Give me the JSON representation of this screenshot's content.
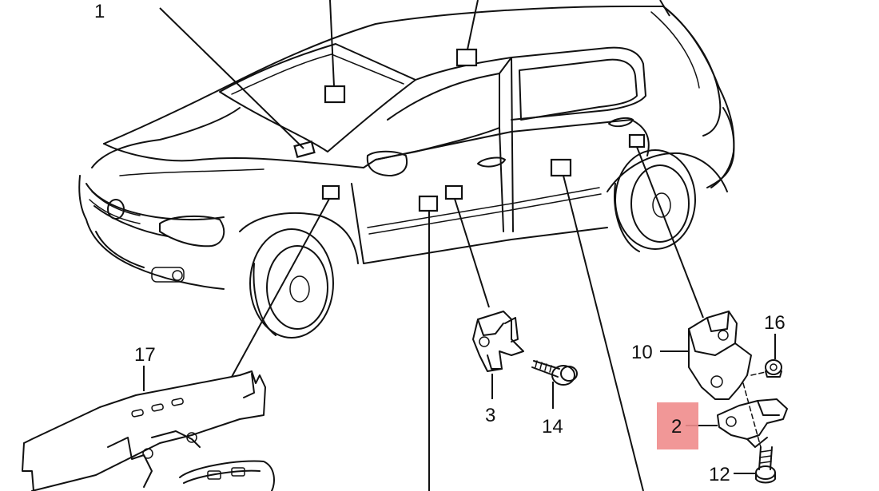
{
  "labels": {
    "p1": "1",
    "p2": "2",
    "p3": "3",
    "p10": "10",
    "p12": "12",
    "p14": "14",
    "p16": "16",
    "p17": "17"
  },
  "colors": {
    "highlight": "#f08c8c",
    "line": "#111111",
    "background": "#ffffff"
  },
  "highlighted_part": "2"
}
